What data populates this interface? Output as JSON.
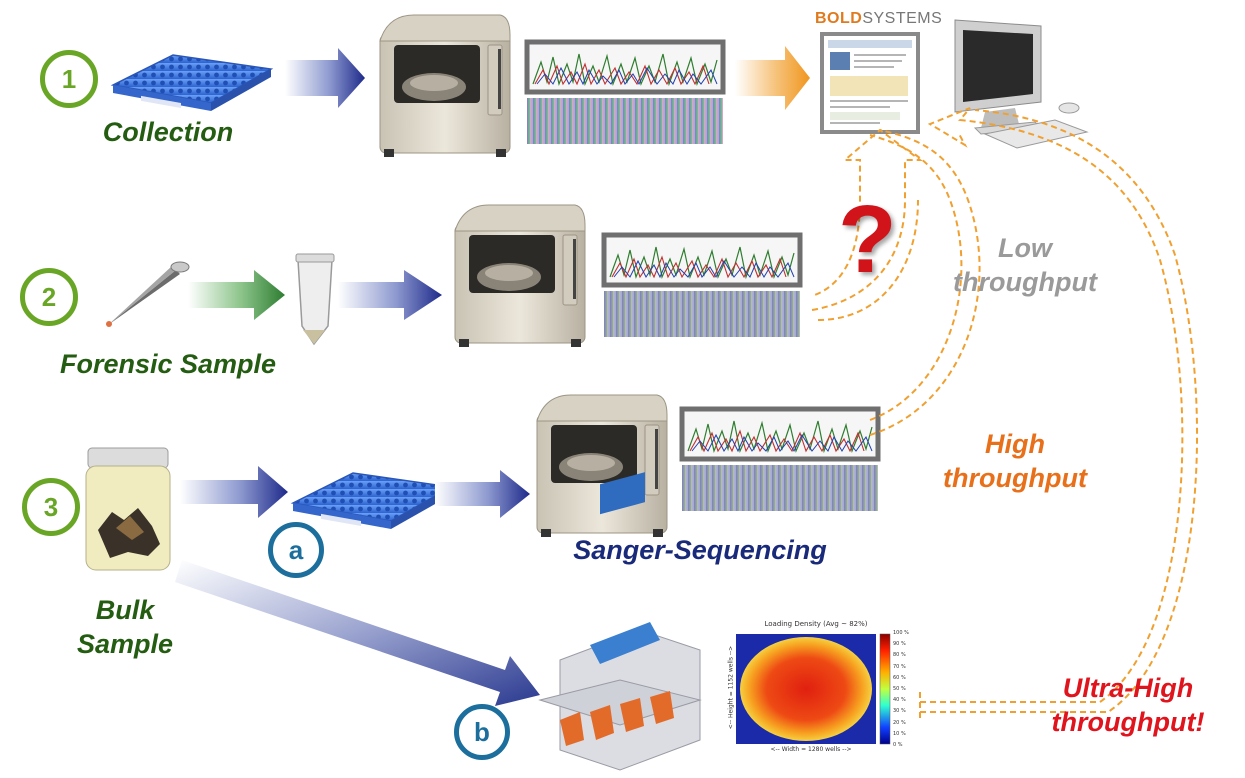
{
  "steps": {
    "one": {
      "number": "1",
      "label": "Collection"
    },
    "two": {
      "number": "2",
      "label": "Forensic Sample"
    },
    "three": {
      "number": "3",
      "label_line1": "Bulk",
      "label_line2": "Sample"
    }
  },
  "substeps": {
    "a": "a",
    "b": "b"
  },
  "sanger_label": "Sanger-Sequencing",
  "bold_logo": {
    "part1": "BOLD",
    "part2": "SYSTEMS"
  },
  "question_mark": "?",
  "throughput": {
    "low_line1": "Low",
    "low_line2": "throughput",
    "high_line1": "High",
    "high_line2": "throughput",
    "ultra_line1": "Ultra-High",
    "ultra_line2": "throughput!"
  },
  "heatmap": {
    "title": "Loading Density (Avg ~ 82%)",
    "x_label": "<-- Width = 1280 wells -->",
    "y_label": "<-- Height = 1152 wells -->",
    "colorbar_ticks": [
      "100 %",
      "90 %",
      "80 %",
      "70 %",
      "60 %",
      "50 %",
      "40 %",
      "30 %",
      "20 %",
      "10 %",
      "0 %"
    ]
  },
  "colors": {
    "step_green": "#69a626",
    "sub_blue": "#1c6e9c",
    "label_green": "#245c12",
    "navy": "#1a2a7a",
    "orange": "#e8701a",
    "red": "#e0141c",
    "gray": "#9a9a9a",
    "plate_blue": "#3f7fe6"
  }
}
